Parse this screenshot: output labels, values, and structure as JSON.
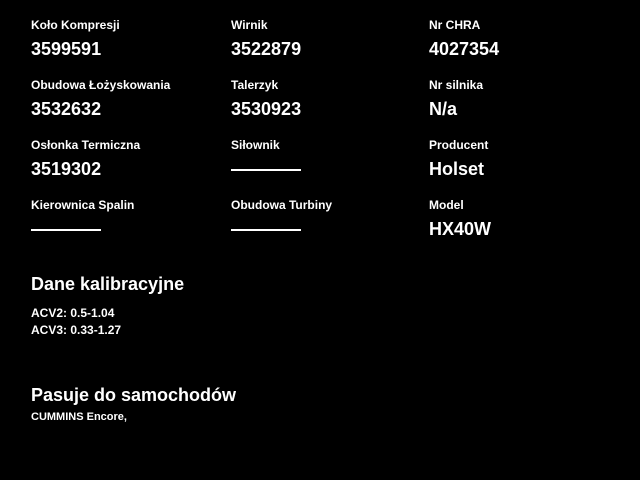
{
  "colors": {
    "background": "#000000",
    "text": "#ffffff"
  },
  "fields": [
    {
      "label": "Koło Kompresji",
      "value": "3599591",
      "empty": false
    },
    {
      "label": "Wirnik",
      "value": "3522879",
      "empty": false
    },
    {
      "label": "Nr CHRA",
      "value": "4027354",
      "empty": false
    },
    {
      "label": "Obudowa Łożyskowania",
      "value": "3532632",
      "empty": false
    },
    {
      "label": "Talerzyk",
      "value": "3530923",
      "empty": false
    },
    {
      "label": "Nr silnika",
      "value": "N/a",
      "empty": false
    },
    {
      "label": "Osłonka Termiczna",
      "value": "3519302",
      "empty": false
    },
    {
      "label": "Siłownik",
      "value": null,
      "empty": true
    },
    {
      "label": "Producent",
      "value": "Holset",
      "empty": false
    },
    {
      "label": "Kierownica Spalin",
      "value": null,
      "empty": true
    },
    {
      "label": "Obudowa Turbiny",
      "value": null,
      "empty": true
    },
    {
      "label": "Model",
      "value": "HX40W",
      "empty": false
    }
  ],
  "calibration": {
    "heading": "Dane kalibracyjne",
    "lines": [
      "ACV2: 0.5-1.04",
      "ACV3: 0.33-1.27"
    ]
  },
  "fits": {
    "heading": "Pasuje do samochodów",
    "text": "CUMMINS Encore,"
  }
}
